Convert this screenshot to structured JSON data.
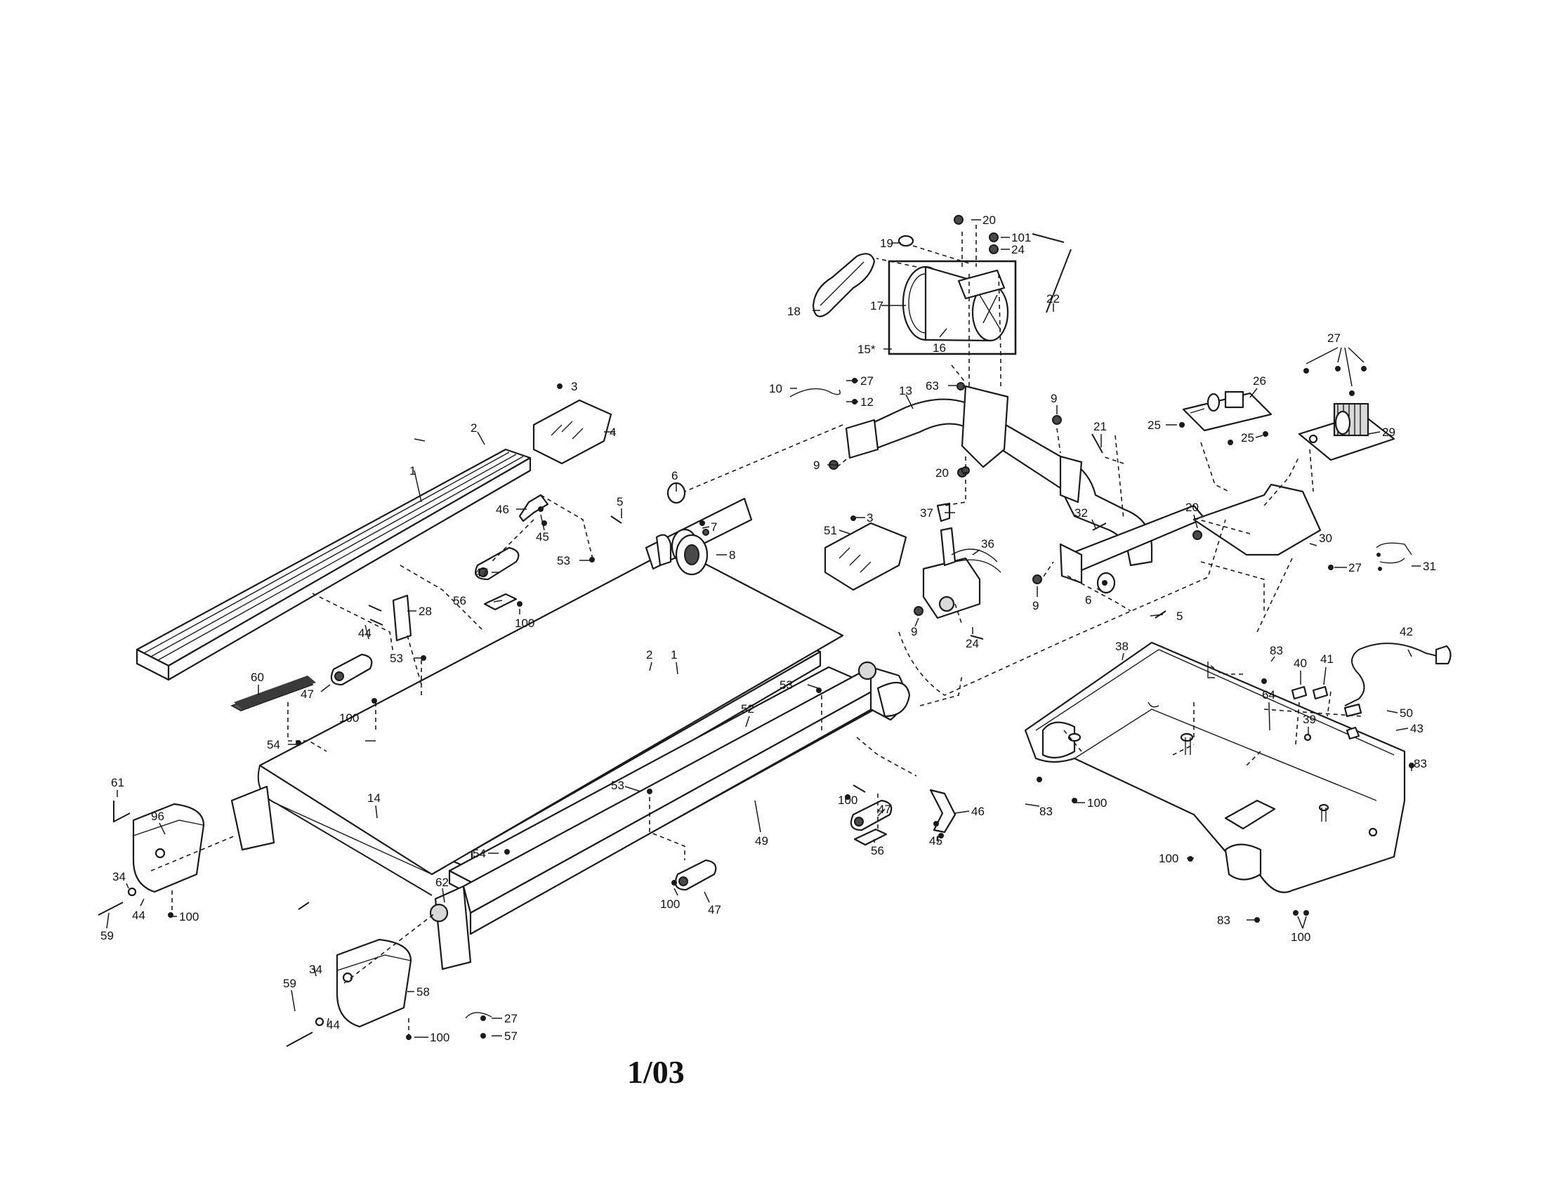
{
  "diagram": {
    "date_code": "1/03",
    "callouts": [
      {
        "id": "c3a",
        "text": "3"
      },
      {
        "id": "c4",
        "text": "4"
      },
      {
        "id": "c2a",
        "text": "2"
      },
      {
        "id": "c1a",
        "text": "1"
      },
      {
        "id": "c20a",
        "text": "20"
      },
      {
        "id": "c19",
        "text": "19"
      },
      {
        "id": "c101",
        "text": "101"
      },
      {
        "id": "c24a",
        "text": "24"
      },
      {
        "id": "c18",
        "text": "18"
      },
      {
        "id": "c17",
        "text": "17"
      },
      {
        "id": "c22",
        "text": "22"
      },
      {
        "id": "c16",
        "text": "16"
      },
      {
        "id": "c15",
        "text": "15*"
      },
      {
        "id": "c10",
        "text": "10"
      },
      {
        "id": "c27a",
        "text": "27"
      },
      {
        "id": "c12",
        "text": "12"
      },
      {
        "id": "c63",
        "text": "63"
      },
      {
        "id": "c13",
        "text": "13"
      },
      {
        "id": "c9a",
        "text": "9"
      },
      {
        "id": "c21",
        "text": "21"
      },
      {
        "id": "c26",
        "text": "26"
      },
      {
        "id": "c27b",
        "text": "27"
      },
      {
        "id": "c25a",
        "text": "25"
      },
      {
        "id": "c25b",
        "text": "25"
      },
      {
        "id": "c29",
        "text": "29"
      },
      {
        "id": "c9b",
        "text": "9"
      },
      {
        "id": "c20b",
        "text": "20"
      },
      {
        "id": "c6a",
        "text": "6"
      },
      {
        "id": "c46a",
        "text": "46"
      },
      {
        "id": "c45a",
        "text": "45"
      },
      {
        "id": "c5a",
        "text": "5"
      },
      {
        "id": "c7",
        "text": "7"
      },
      {
        "id": "c8",
        "text": "8"
      },
      {
        "id": "c3b",
        "text": "3"
      },
      {
        "id": "c51",
        "text": "51"
      },
      {
        "id": "c37",
        "text": "37"
      },
      {
        "id": "c32",
        "text": "32"
      },
      {
        "id": "c20c",
        "text": "20"
      },
      {
        "id": "c30",
        "text": "30"
      },
      {
        "id": "c27c",
        "text": "27"
      },
      {
        "id": "c31",
        "text": "31"
      },
      {
        "id": "c53a",
        "text": "53"
      },
      {
        "id": "c47a",
        "text": "47"
      },
      {
        "id": "c56a",
        "text": "56"
      },
      {
        "id": "c100a",
        "text": "100"
      },
      {
        "id": "c36",
        "text": "36"
      },
      {
        "id": "c9c",
        "text": "9"
      },
      {
        "id": "c6b",
        "text": "6"
      },
      {
        "id": "c5b",
        "text": "5"
      },
      {
        "id": "c9d",
        "text": "9"
      },
      {
        "id": "c24b",
        "text": "24"
      },
      {
        "id": "c44a",
        "text": "44"
      },
      {
        "id": "c28",
        "text": "28"
      },
      {
        "id": "c53b",
        "text": "53"
      },
      {
        "id": "c42",
        "text": "42"
      },
      {
        "id": "c38",
        "text": "38"
      },
      {
        "id": "c83a",
        "text": "83"
      },
      {
        "id": "c40",
        "text": "40"
      },
      {
        "id": "c41",
        "text": "41"
      },
      {
        "id": "c60",
        "text": "60"
      },
      {
        "id": "c47b",
        "text": "47"
      },
      {
        "id": "c2b",
        "text": "2"
      },
      {
        "id": "c1b",
        "text": "1"
      },
      {
        "id": "c53c",
        "text": "53"
      },
      {
        "id": "c50",
        "text": "50"
      },
      {
        "id": "c64",
        "text": "64"
      },
      {
        "id": "c39",
        "text": "39"
      },
      {
        "id": "c43",
        "text": "43"
      },
      {
        "id": "c100b",
        "text": "100"
      },
      {
        "id": "c52",
        "text": "52"
      },
      {
        "id": "c83b",
        "text": "83"
      },
      {
        "id": "c54a",
        "text": "54"
      },
      {
        "id": "c61",
        "text": "61"
      },
      {
        "id": "c14",
        "text": "14"
      },
      {
        "id": "c53d",
        "text": "53"
      },
      {
        "id": "c100c",
        "text": "100"
      },
      {
        "id": "c47c",
        "text": "47"
      },
      {
        "id": "c46b",
        "text": "46"
      },
      {
        "id": "c96",
        "text": "96"
      },
      {
        "id": "c49",
        "text": "49"
      },
      {
        "id": "c56b",
        "text": "56"
      },
      {
        "id": "c45b",
        "text": "45"
      },
      {
        "id": "c83c",
        "text": "83"
      },
      {
        "id": "c100d",
        "text": "100"
      },
      {
        "id": "c54b",
        "text": "54"
      },
      {
        "id": "c100e",
        "text": "100"
      },
      {
        "id": "c34a",
        "text": "34"
      },
      {
        "id": "c44b",
        "text": "44"
      },
      {
        "id": "c100f",
        "text": "100"
      },
      {
        "id": "c59a",
        "text": "59"
      },
      {
        "id": "c62",
        "text": "62"
      },
      {
        "id": "c100g",
        "text": "100"
      },
      {
        "id": "c47d",
        "text": "47"
      },
      {
        "id": "c83d",
        "text": "83"
      },
      {
        "id": "c100h",
        "text": "100"
      },
      {
        "id": "c34b",
        "text": "34"
      },
      {
        "id": "c59b",
        "text": "59"
      },
      {
        "id": "c58",
        "text": "58"
      },
      {
        "id": "c44c",
        "text": "44"
      },
      {
        "id": "c27d",
        "text": "27"
      },
      {
        "id": "c57",
        "text": "57"
      },
      {
        "id": "c100i",
        "text": "100"
      }
    ]
  }
}
